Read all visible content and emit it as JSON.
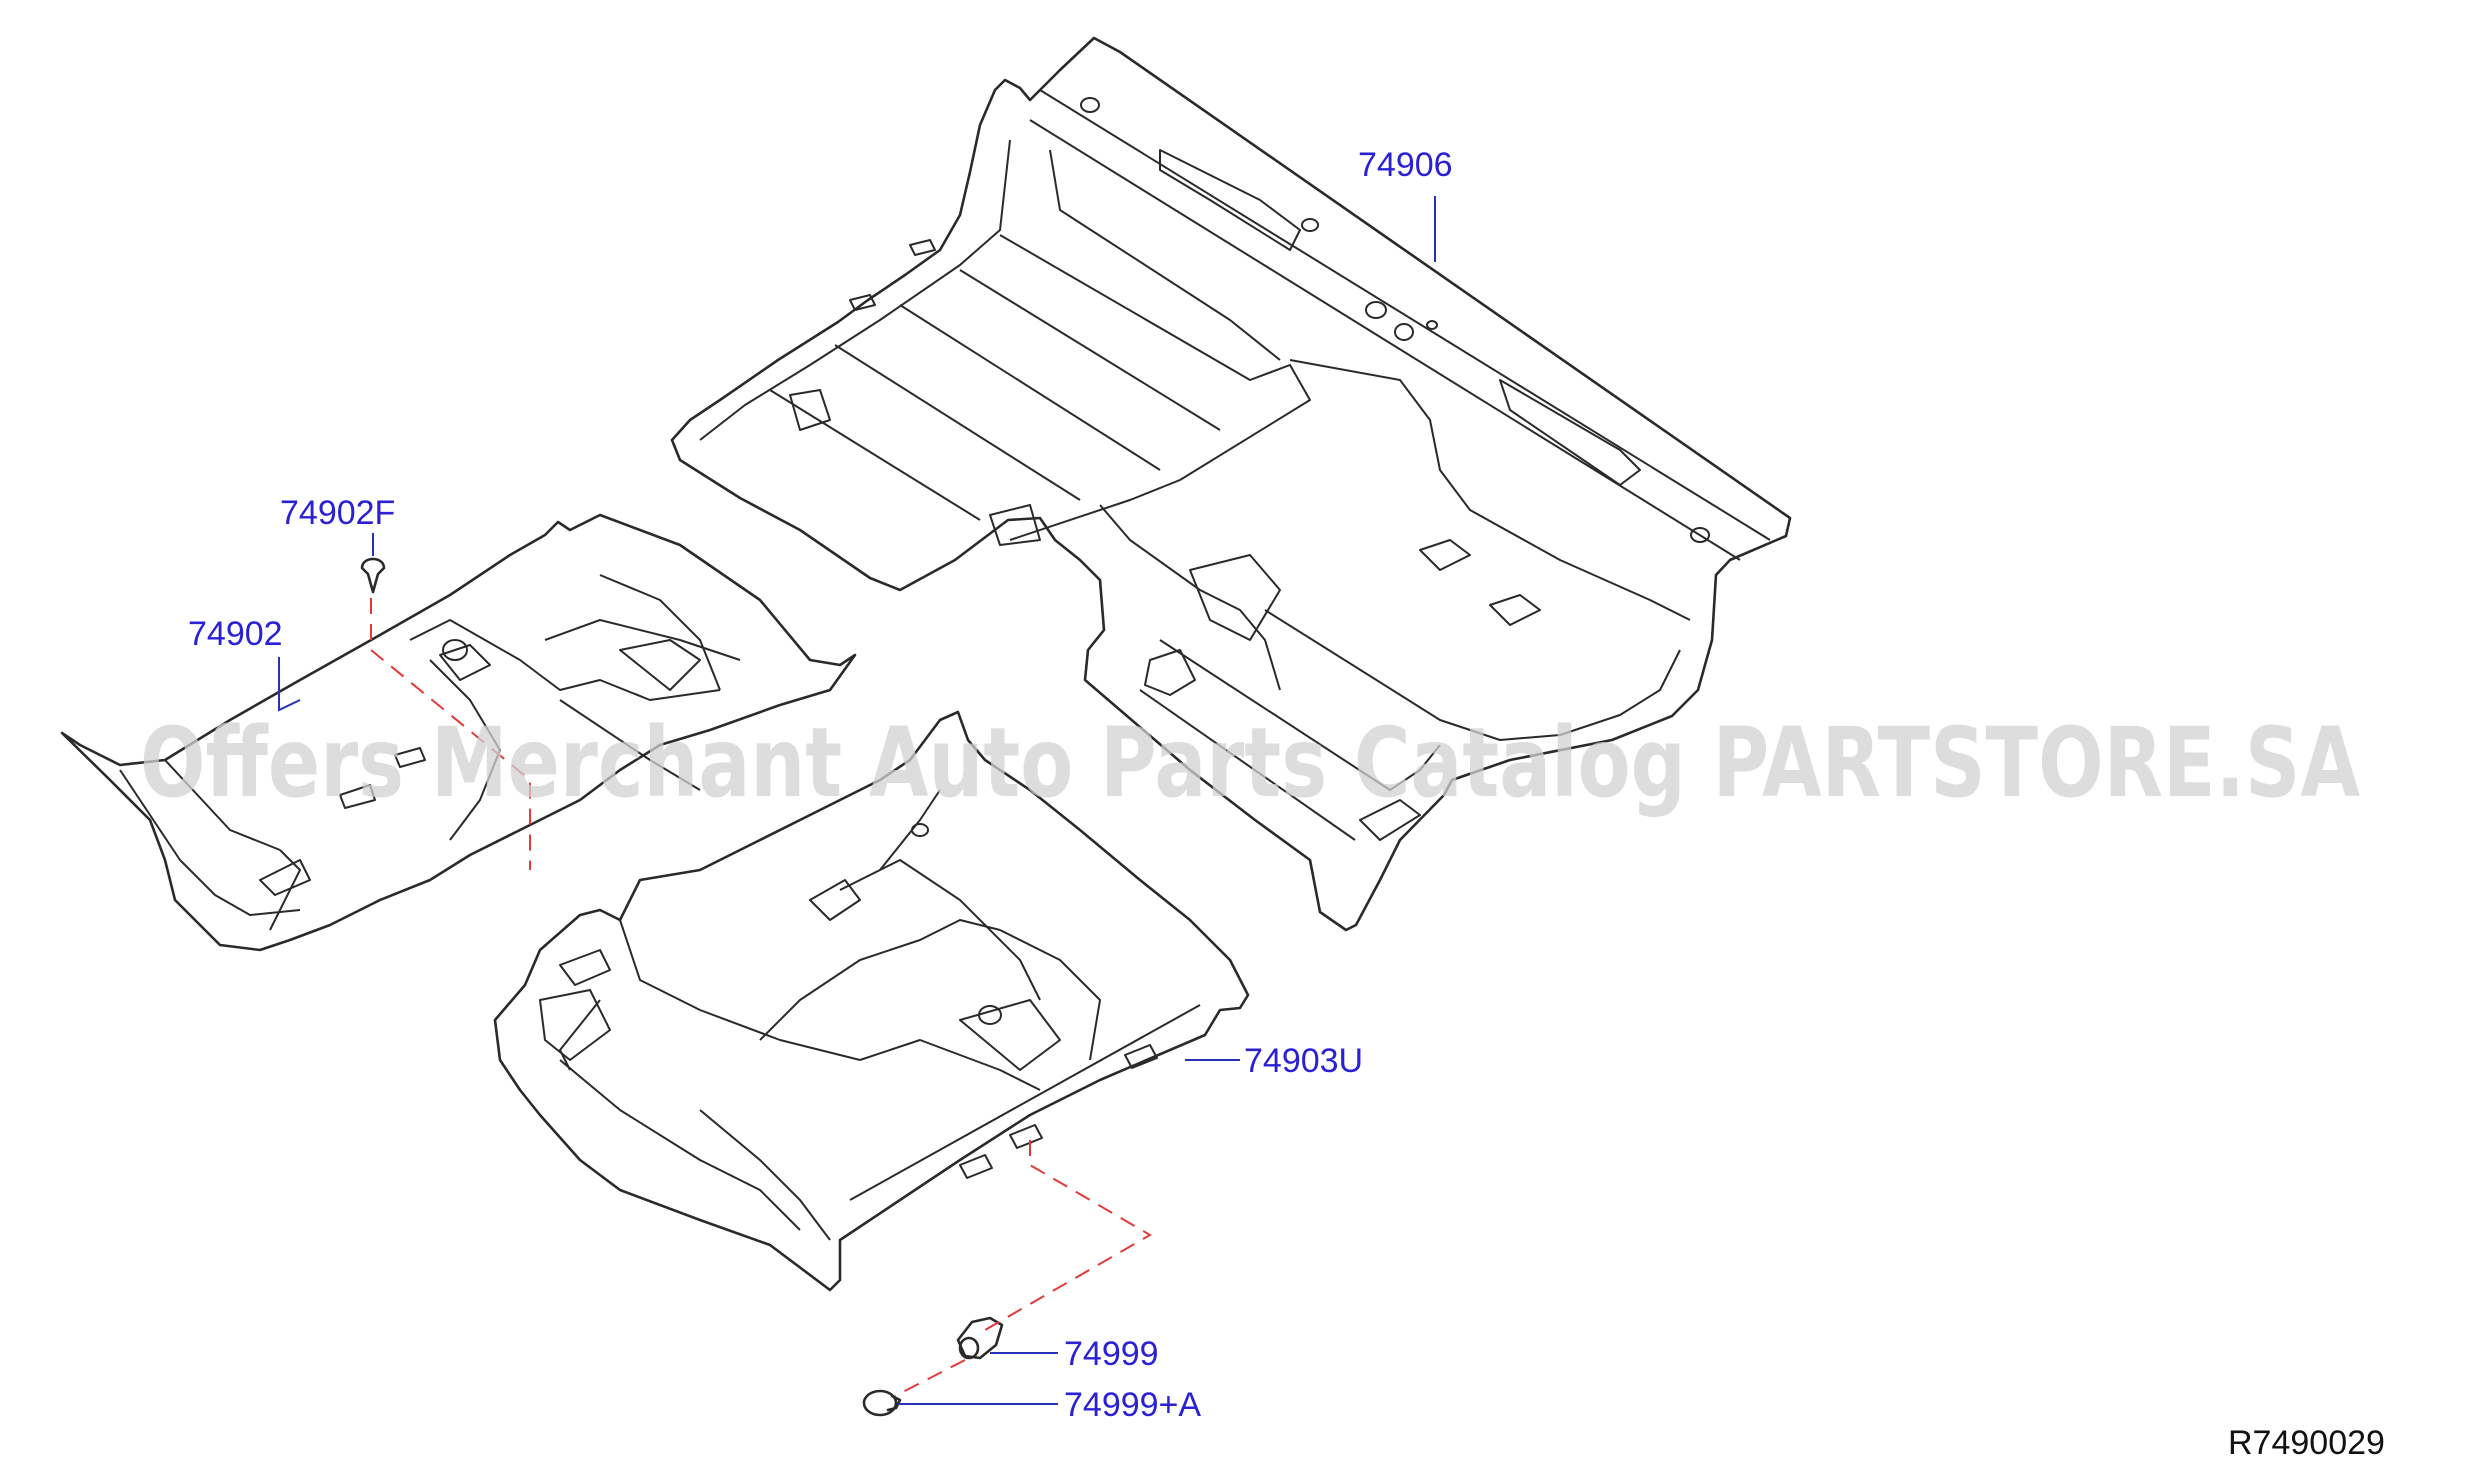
{
  "watermark": "Offers Merchant Auto Parts Catalog PARTSTORE.SA",
  "diagram_code": "R7490029",
  "parts": {
    "rear_floor_carpet": "74906",
    "front_carpet_clip": "74902F",
    "front_floor_carpet": "74902",
    "center_floor_carpet": "74903U",
    "clip": "74999",
    "clip_a": "74999+A"
  },
  "colors": {
    "label": "#2a20d4",
    "leader": "#2633b8",
    "dashed_guide": "#e23a3a",
    "outline": "#2a2a2a",
    "watermark": "#d2d2d2"
  }
}
